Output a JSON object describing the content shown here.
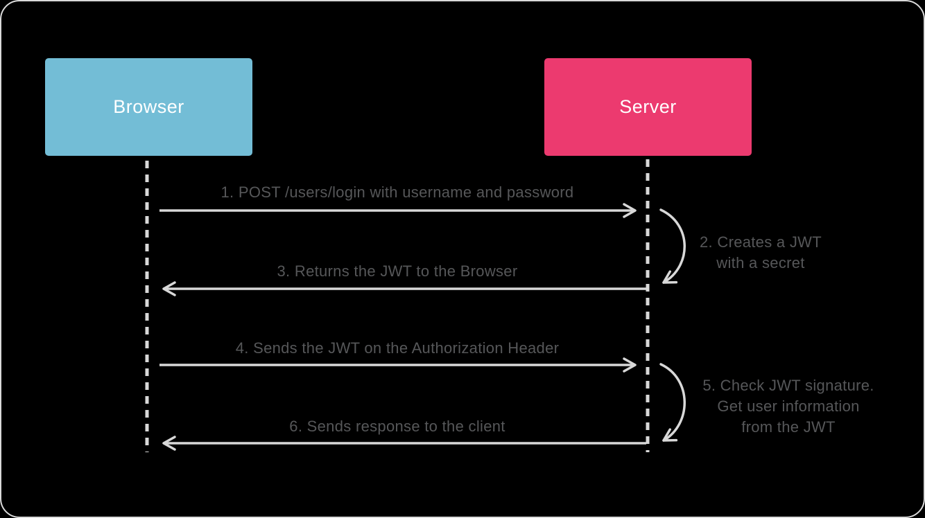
{
  "actors": {
    "browser": {
      "label": "Browser",
      "color": "#73BDD6"
    },
    "server": {
      "label": "Server",
      "color": "#EC3A6F"
    }
  },
  "messages": [
    {
      "step": 1,
      "from": "browser",
      "to": "server",
      "label": "1. POST /users/login with username and password"
    },
    {
      "step": 3,
      "from": "server",
      "to": "browser",
      "label": "3. Returns the JWT to the Browser"
    },
    {
      "step": 4,
      "from": "browser",
      "to": "server",
      "label": "4. Sends the JWT on the Authorization Header"
    },
    {
      "step": 6,
      "from": "server",
      "to": "browser",
      "label": "6. Sends response to the client"
    }
  ],
  "server_actions": [
    {
      "step": 2,
      "lines": [
        "2. Creates a JWT",
        "with a secret"
      ]
    },
    {
      "step": 5,
      "lines": [
        "5. Check JWT signature.",
        "Get user information",
        "from the JWT"
      ]
    }
  ],
  "colors": {
    "background": "#000000",
    "border": "#DADADA",
    "arrow": "#D8D8D8",
    "label_text": "#565759",
    "actor_text": "#FFFFFF",
    "browser_box": "#73BDD6",
    "server_box": "#EC3A6F"
  }
}
